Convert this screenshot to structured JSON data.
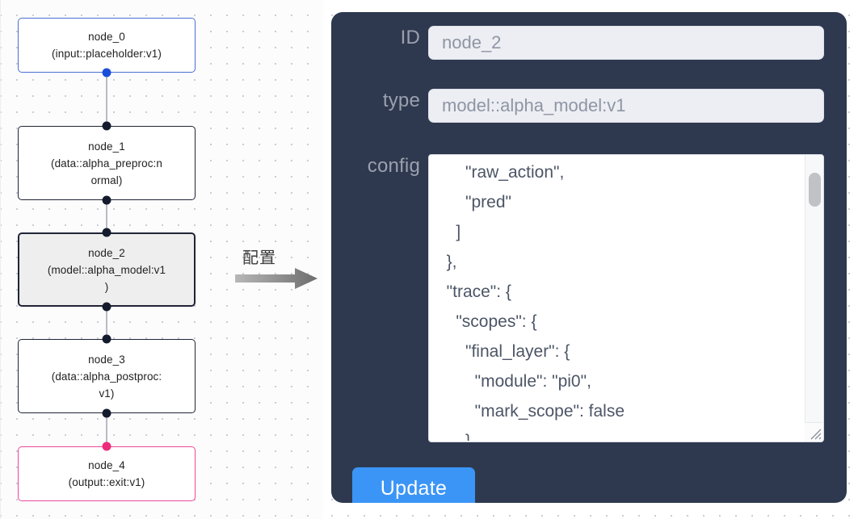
{
  "graph": {
    "nodes": [
      {
        "id": "node_0",
        "label": "node_0\n(input::placeholder:v1)",
        "kind": "input",
        "selected": false
      },
      {
        "id": "node_1",
        "label": "node_1\n(data::alpha_preproc:n\normal)",
        "kind": "plain",
        "selected": false
      },
      {
        "id": "node_2",
        "label": "node_2\n(model::alpha_model:v1\n)",
        "kind": "model",
        "selected": true
      },
      {
        "id": "node_3",
        "label": "node_3\n(data::alpha_postproc:\nv1)",
        "kind": "plain",
        "selected": false
      },
      {
        "id": "node_4",
        "label": "node_4\n(output::exit:v1)",
        "kind": "output",
        "selected": false
      }
    ],
    "edges": [
      {
        "from": "node_0",
        "to": "node_1"
      },
      {
        "from": "node_1",
        "to": "node_2"
      },
      {
        "from": "node_2",
        "to": "node_3"
      },
      {
        "from": "node_3",
        "to": "node_4"
      }
    ],
    "port_colors": {
      "input": "#1b4ed8",
      "default": "#141b2d",
      "output": "#ec2b7a"
    },
    "node_colors": {
      "input_border": "#4a6fd4",
      "plain_border": "#1f2436",
      "selected_border": "#1f2436",
      "selected_fill": "#eeeeee",
      "output_border": "#ec4899"
    }
  },
  "flow": {
    "label": "配置",
    "arrow": "right-arrow"
  },
  "panel": {
    "background": "#2e3950",
    "fields": [
      {
        "name": "id",
        "label": "ID",
        "value": "node_2",
        "placeholder": "node_2"
      },
      {
        "name": "type",
        "label": "type",
        "value": "model::alpha_model:v1",
        "placeholder": "model::alpha_model:v1"
      }
    ],
    "config": {
      "label": "config",
      "value": "      \"raw_action\",\n      \"pred\"\n    ]\n  },\n  \"trace\": {\n    \"scopes\": {\n      \"final_layer\": {\n        \"module\": \"pi0\",\n        \"mark_scope\": false\n      },\n      \"action_model\": {",
      "scrollbar": "vertical-scrollbar",
      "resize_handle": "resize-grip"
    },
    "update_label": "Update",
    "update_color": "#3b95f6"
  }
}
